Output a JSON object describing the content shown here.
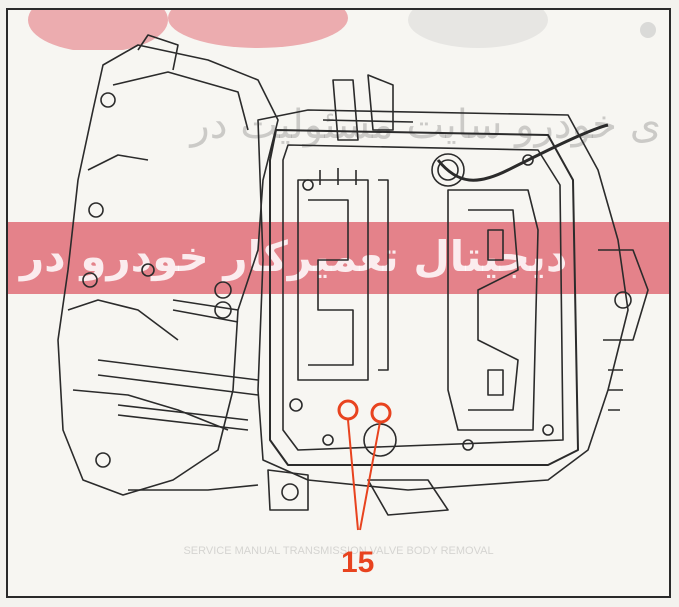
{
  "figure": {
    "callout_number": "15",
    "callout_color": "#e8431f"
  },
  "watermark": {
    "top_text": "ی خودرو سایت  مسئولیت در",
    "band_text": "دیجیتال تعمیرکار خودرو در",
    "band_color": "#d62334",
    "footer_text": "SERVICE MANUAL TRANSMISSION VALVE BODY REMOVAL"
  }
}
